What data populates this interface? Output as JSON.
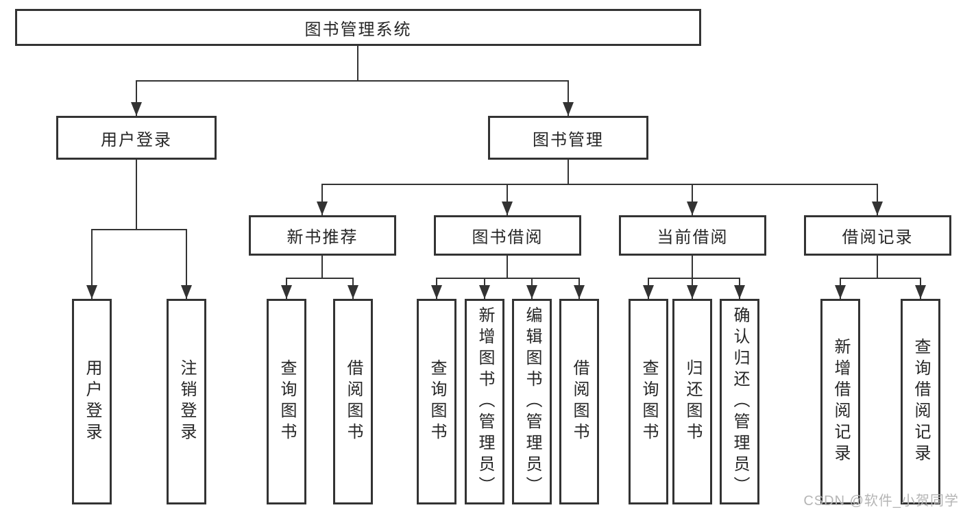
{
  "diagram": {
    "root": {
      "label": "图书管理系统"
    },
    "level2": {
      "user_login": {
        "label": "用户登录"
      },
      "book_mgmt": {
        "label": "图书管理"
      }
    },
    "level3": {
      "new_book": {
        "label": "新书推荐"
      },
      "book_borrow": {
        "label": "图书借阅"
      },
      "current_borrow": {
        "label": "当前借阅"
      },
      "borrow_record": {
        "label": "借阅记录"
      }
    },
    "leaves": {
      "user_login": [
        "用户登录",
        "注销登录"
      ],
      "new_book": [
        "查询图书",
        "借阅图书"
      ],
      "book_borrow": [
        "查询图书",
        "新增图书（管理员）",
        "编辑图书（管理员）",
        "借阅图书"
      ],
      "current_borrow": [
        "查询图书",
        "归还图书",
        "确认归还（管理员）"
      ],
      "borrow_record": [
        "新增借阅记录",
        "查询借阅记录"
      ]
    }
  },
  "watermark": "CSDN @软件_小贺同学",
  "colors": {
    "line": "#333333",
    "text": "#262626",
    "watermark": "#b5b5b5",
    "background": "#ffffff"
  }
}
